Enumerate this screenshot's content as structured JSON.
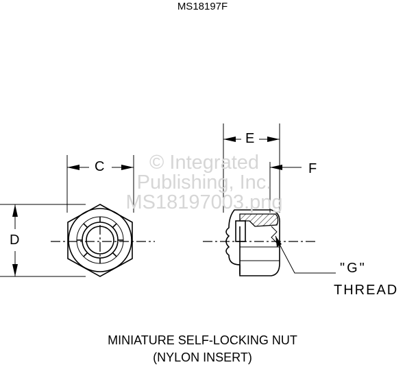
{
  "part_number": "MS18197F",
  "caption": {
    "line1": "MINIATURE SELF-LOCKING NUT",
    "line2": "(NYLON INSERT)"
  },
  "dimensions": {
    "c": "C",
    "d": "D",
    "e": "E",
    "f": "F"
  },
  "thread": {
    "g_label": "\"G\"",
    "thread_label": "THREAD"
  },
  "watermark": {
    "line1": "© Integrated",
    "line2": "Publishing, Inc.",
    "line3": "MS18197003.png"
  },
  "colors": {
    "line": "#000000",
    "background": "#ffffff",
    "watermark": "#d6d6d6"
  }
}
